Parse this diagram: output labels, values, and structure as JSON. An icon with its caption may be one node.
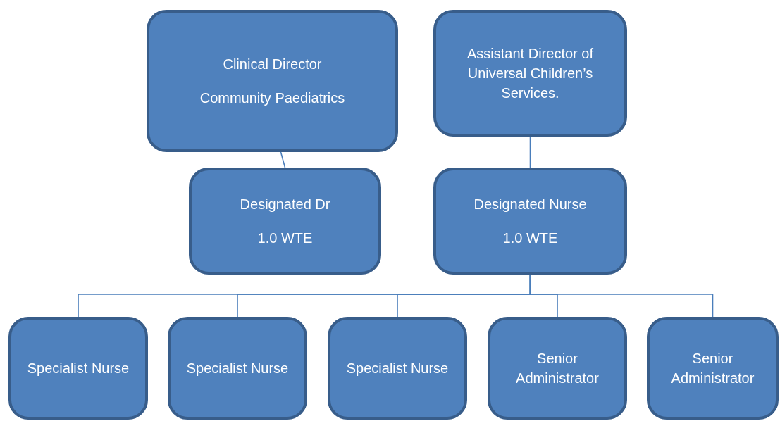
{
  "diagram": {
    "nodes": [
      {
        "text": [
          "Clinical Director",
          "Community Paediatrics"
        ]
      },
      {
        "text": [
          "Assistant Director of Universal Children’s Services."
        ]
      },
      {
        "text": [
          "Designated Dr",
          "1.0 WTE"
        ]
      },
      {
        "text": [
          "Designated Nurse",
          "1.0 WTE"
        ]
      },
      {
        "text": [
          "Specialist Nurse"
        ]
      },
      {
        "text": [
          "Specialist Nurse"
        ]
      },
      {
        "text": [
          "Specialist Nurse"
        ]
      },
      {
        "text": [
          "Senior Administrator"
        ]
      },
      {
        "text": [
          "Senior Administrator"
        ]
      }
    ],
    "edges": [
      {
        "from": 0,
        "to": 2,
        "arrow": "none"
      },
      {
        "from": 1,
        "to": 3,
        "arrow": "none"
      },
      {
        "from": 3,
        "to": 4,
        "arrow": "none"
      },
      {
        "from": 3,
        "to": 5,
        "arrow": "none"
      },
      {
        "from": 3,
        "to": 6,
        "arrow": "none"
      },
      {
        "from": 3,
        "to": 7,
        "arrow": "none"
      },
      {
        "from": 3,
        "to": 8,
        "arrow": "none"
      }
    ]
  }
}
